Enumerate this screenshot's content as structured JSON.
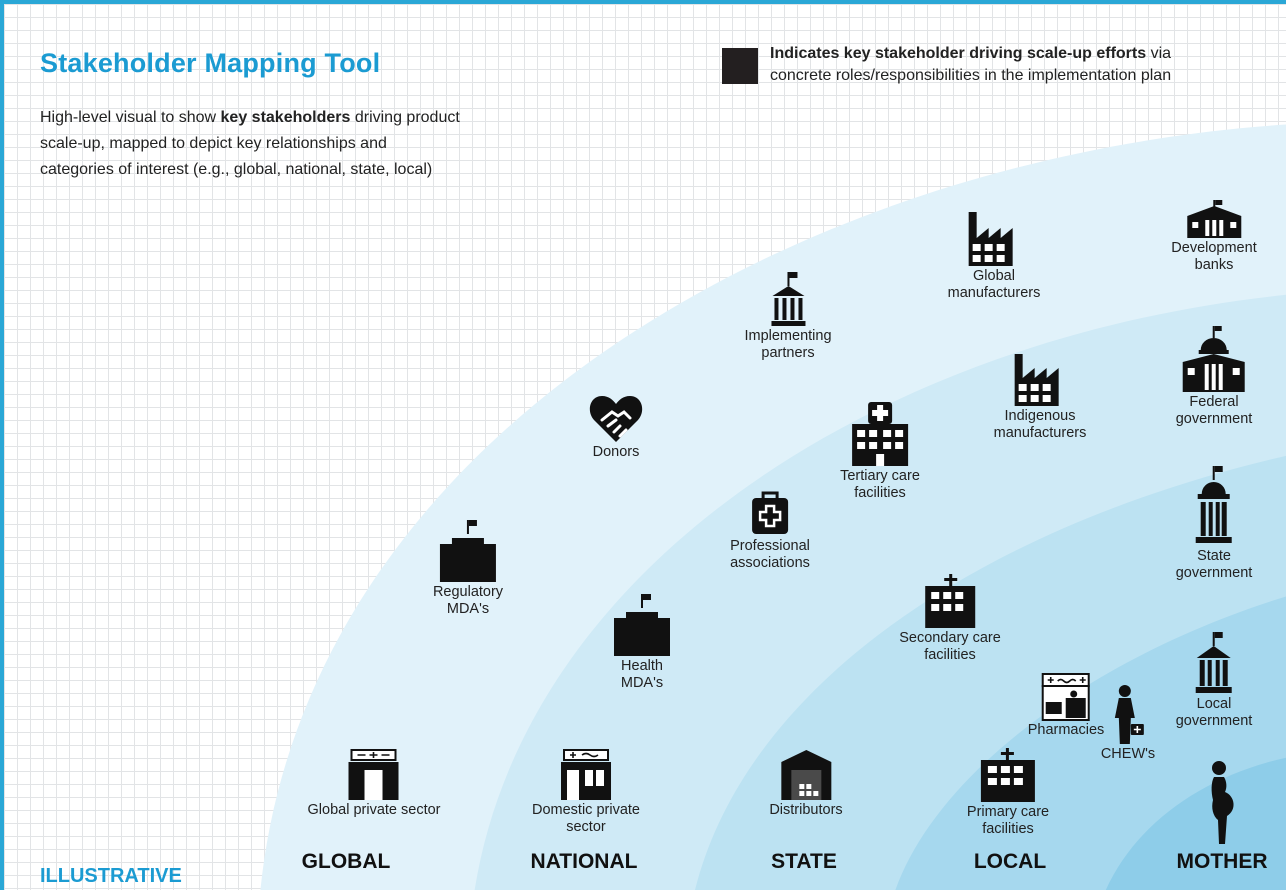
{
  "title": "Stakeholder Mapping Tool",
  "description": {
    "part1": "High-level visual to show ",
    "bold": "key stakeholders",
    "part2": " driving product scale-up, mapped to depict key relationships and categories of interest (e.g., global, national, state, local)"
  },
  "legend": {
    "bold": "Indicates key stakeholder driving scale-up efforts",
    "rest1": " via",
    "rest2": "concrete roles/responsibilities in the implementation plan"
  },
  "footer_label": "ILLUSTRATIVE",
  "categories": [
    "GLOBAL",
    "NATIONAL",
    "STATE",
    "LOCAL",
    "MOTHER"
  ],
  "colors": {
    "accent": "#1b9bd2",
    "ring_global": "#e1f2fa",
    "ring_national": "#cfeaf6",
    "ring_state": "#bce2f2",
    "ring_local": "#a6d8ee",
    "ring_mother": "#8ecde9",
    "icon": "#111111"
  },
  "stakeholders": {
    "global_manufacturers": "Global\nmanufacturers",
    "development_banks": "Development\nbanks",
    "implementing_partners": "Implementing\npartners",
    "indigenous_manufacturers": "Indigenous\nmanufacturers",
    "federal_government": "Federal\ngovernment",
    "donors": "Donors",
    "tertiary_care": "Tertiary care\nfacilities",
    "professional_associations": "Professional\nassociations",
    "state_government": "State\ngovernment",
    "regulatory_mdas": "Regulatory\nMDA's",
    "health_mdas": "Health\nMDA's",
    "secondary_care": "Secondary care\nfacilities",
    "pharmacies": "Pharmacies",
    "chews": "CHEW's",
    "local_government": "Local\ngovernment",
    "global_private_sector": "Global private sector",
    "domestic_private_sector": "Domestic private\nsector",
    "distributors": "Distributors",
    "primary_care": "Primary care\nfacilities"
  }
}
